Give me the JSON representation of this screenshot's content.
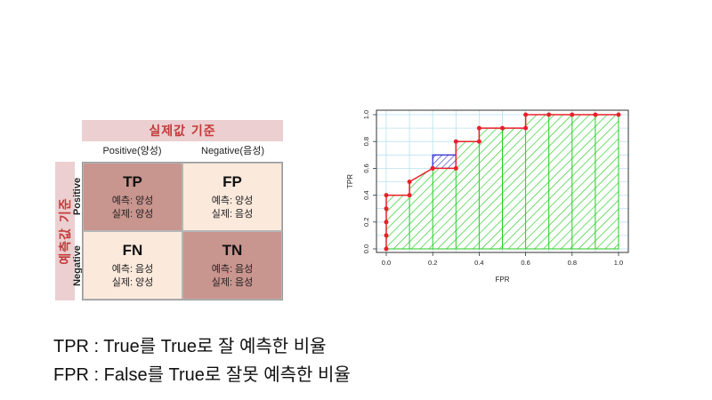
{
  "confusion_matrix": {
    "actual_header": "실제값 기준",
    "predicted_header": "예측값 기준",
    "columns": [
      "Positive(양성)",
      "Negative(음성)"
    ],
    "rows": [
      "Positive",
      "Negative"
    ],
    "cells": [
      {
        "abbr": "TP",
        "pred": "예측: 양성",
        "actual": "실제: 양성"
      },
      {
        "abbr": "FP",
        "pred": "예측: 양성",
        "actual": "실제: 음성"
      },
      {
        "abbr": "FN",
        "pred": "예측: 음성",
        "actual": "실제: 양성"
      },
      {
        "abbr": "TN",
        "pred": "예측: 음성",
        "actual": "실제: 음성"
      }
    ]
  },
  "chart_data": {
    "type": "line",
    "xlabel": "FPR",
    "ylabel": "TPR",
    "xlim": [
      0,
      1.0
    ],
    "ylim": [
      0,
      1.0
    ],
    "xticks": [
      "0.0",
      "0.2",
      "0.4",
      "0.6",
      "0.8",
      "1.0"
    ],
    "yticks": [
      "0.0",
      "0.2",
      "0.4",
      "0.6",
      "0.8",
      "1.0"
    ],
    "grid": true,
    "series": [
      {
        "x": [
          0,
          0,
          0,
          0,
          0,
          0.1,
          0.1,
          0.2,
          0.2,
          0.3,
          0.3,
          0.4,
          0.4,
          0.5,
          0.6,
          0.6,
          0.7,
          0.8,
          0.9,
          1.0
        ],
        "y": [
          0,
          0.1,
          0.2,
          0.3,
          0.4,
          0.4,
          0.5,
          0.6,
          0.6,
          0.6,
          0.8,
          0.8,
          0.9,
          0.9,
          0.9,
          1.0,
          1.0,
          1.0,
          1.0,
          1.0
        ]
      }
    ],
    "colors": {
      "line": "#e8202a",
      "area": "#22cc22",
      "highlight": "#2222cc"
    }
  },
  "definitions": [
    "TPR : True를 True로 잘 예측한 비율",
    "FPR : False를 True로 잘못 예측한 비율"
  ]
}
